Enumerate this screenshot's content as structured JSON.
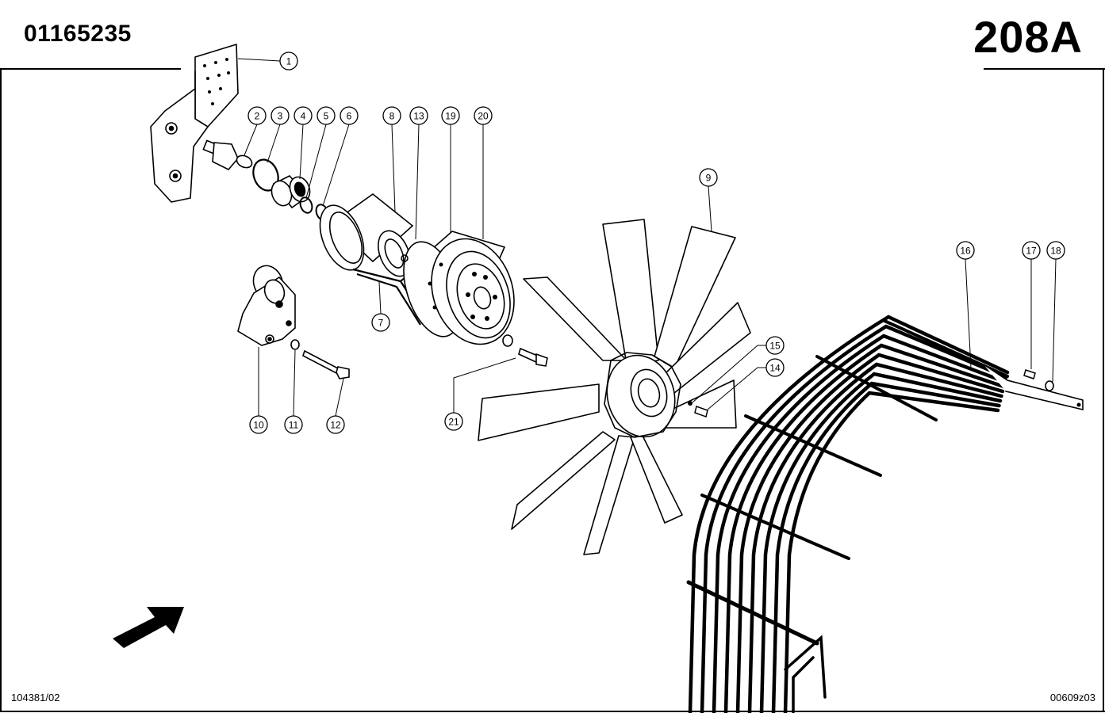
{
  "header": {
    "part_number": "01165235",
    "page_ref": "208A"
  },
  "footer": {
    "left_code": "104381/02",
    "right_code": "00609z03"
  },
  "callouts": [
    {
      "id": "c1",
      "label": "1"
    },
    {
      "id": "c2",
      "label": "2"
    },
    {
      "id": "c3",
      "label": "3"
    },
    {
      "id": "c4",
      "label": "4"
    },
    {
      "id": "c5",
      "label": "5"
    },
    {
      "id": "c6",
      "label": "6"
    },
    {
      "id": "c7",
      "label": "7"
    },
    {
      "id": "c8",
      "label": "8"
    },
    {
      "id": "c9",
      "label": "9"
    },
    {
      "id": "c10",
      "label": "10"
    },
    {
      "id": "c11",
      "label": "11"
    },
    {
      "id": "c12",
      "label": "12"
    },
    {
      "id": "c13",
      "label": "13"
    },
    {
      "id": "c14",
      "label": "14"
    },
    {
      "id": "c15",
      "label": "15"
    },
    {
      "id": "c16",
      "label": "16"
    },
    {
      "id": "c17",
      "label": "17"
    },
    {
      "id": "c18",
      "label": "18"
    },
    {
      "id": "c19",
      "label": "19"
    },
    {
      "id": "c20",
      "label": "20"
    },
    {
      "id": "c21",
      "label": "21"
    }
  ]
}
